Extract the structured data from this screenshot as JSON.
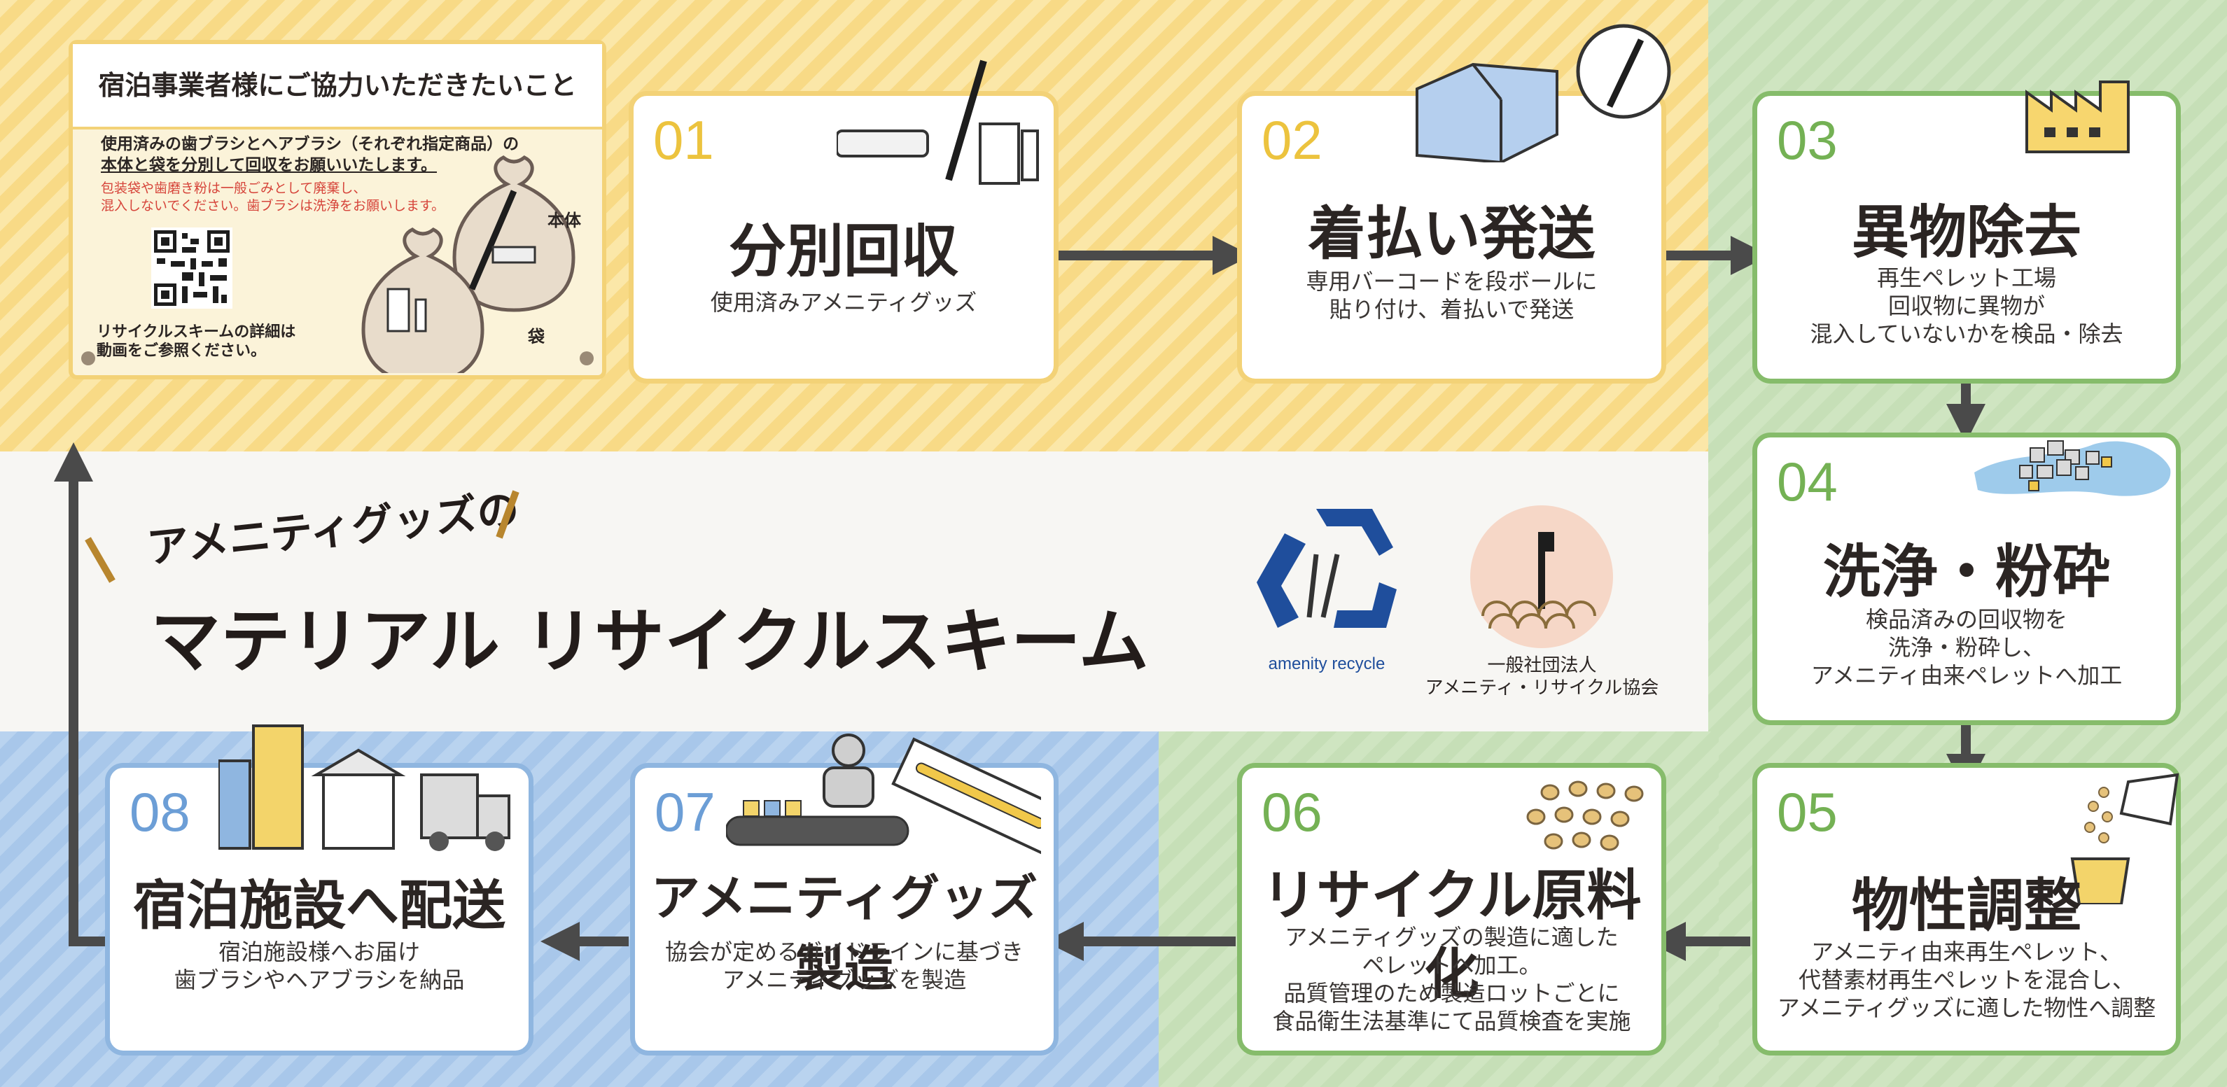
{
  "notice": {
    "heading": "宿泊事業者様にご協力いただきたいこと",
    "line1": "使用済みの歯ブラシとヘアブラシ（それぞれ指定商品）の",
    "line2": "本体と袋を分別して回収をお願いいたします。",
    "warn1": "包装袋や歯磨き粉は一般ごみとして廃棄し、",
    "warn2": "混入しないでください。歯ブラシは洗浄をお願いします。",
    "qr_caption1": "リサイクルスキームの詳細は",
    "qr_caption2": "動画をご参照ください。",
    "label_body": "本体",
    "label_bag": "袋"
  },
  "headline": {
    "sub": "アメニティグッズの",
    "main": "マテリアル リサイクルスキーム"
  },
  "logos": {
    "amenity_recycle": "amenity recycle",
    "org_line1": "一般社団法人",
    "org_line2": "アメニティ・リサイクル協会"
  },
  "steps": [
    {
      "num": "01",
      "title": "分別回収",
      "desc": [
        "使用済みアメニティグッズ"
      ]
    },
    {
      "num": "02",
      "title": "着払い発送",
      "desc": [
        "専用バーコードを段ボールに",
        "貼り付け、着払いで発送"
      ]
    },
    {
      "num": "03",
      "title": "異物除去",
      "desc": [
        "再生ペレット工場",
        "回収物に異物が",
        "混入していないかを検品・除去"
      ]
    },
    {
      "num": "04",
      "title": "洗浄・粉砕",
      "desc": [
        "検品済みの回収物を",
        "洗浄・粉砕し、",
        "アメニティ由来ペレットへ加工"
      ]
    },
    {
      "num": "05",
      "title": "物性調整",
      "desc": [
        "アメニティ由来再生ペレット、",
        "代替素材再生ペレットを混合し、",
        "アメニティグッズに適した物性へ調整"
      ]
    },
    {
      "num": "06",
      "title": "リサイクル原料化",
      "desc": [
        "アメニティグッズの製造に適した",
        "ペレットへ加工。",
        "品質管理のため製造ロットごとに",
        "食品衛生法基準にて品質検査を実施"
      ]
    },
    {
      "num": "07",
      "title": "アメニティグッズ製造",
      "desc": [
        "協会が定めるガイドラインに基づき",
        "アメニティグッズを製造"
      ]
    },
    {
      "num": "08",
      "title": "宿泊施設へ配送",
      "desc": [
        "宿泊施設様へお届け",
        "歯ブラシやヘアブラシを納品"
      ]
    }
  ],
  "colors": {
    "yellow": "#f3d277",
    "green": "#86bc6b",
    "blue": "#8fb6e0",
    "arrow": "#4a4a4a"
  }
}
